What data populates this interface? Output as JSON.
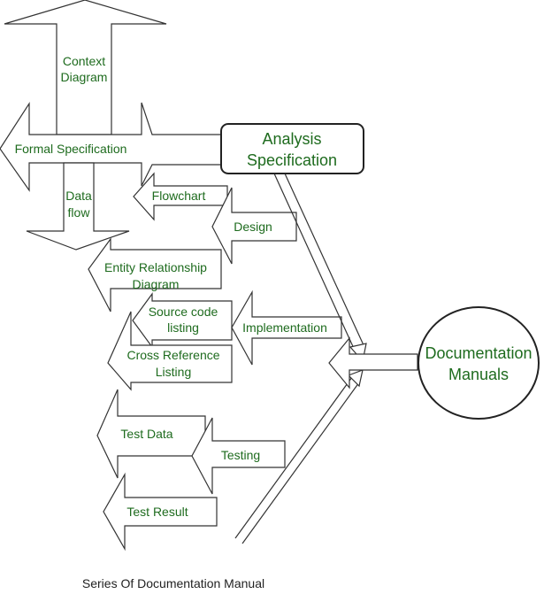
{
  "nodes": {
    "analysis": [
      "Analysis",
      "Specification"
    ],
    "documentation": [
      "Documentation",
      "Manuals"
    ]
  },
  "labels": {
    "context": [
      "Context",
      "Diagram"
    ],
    "formal": "Formal Specification",
    "dataflow": [
      "Data",
      "flow"
    ],
    "flowchart": "Flowchart",
    "design": "Design",
    "erd": [
      "Entity Relationship",
      "Diagram"
    ],
    "source": [
      "Source code",
      "listing"
    ],
    "implementation": "Implementation",
    "crossref": [
      "Cross Reference",
      "Listing"
    ],
    "testdata": "Test Data",
    "testing": "Testing",
    "testresult": "Test Result"
  },
  "caption": "Series Of Documentation Manual",
  "colors": {
    "text": "#1e6b1e",
    "line": "#333333"
  }
}
